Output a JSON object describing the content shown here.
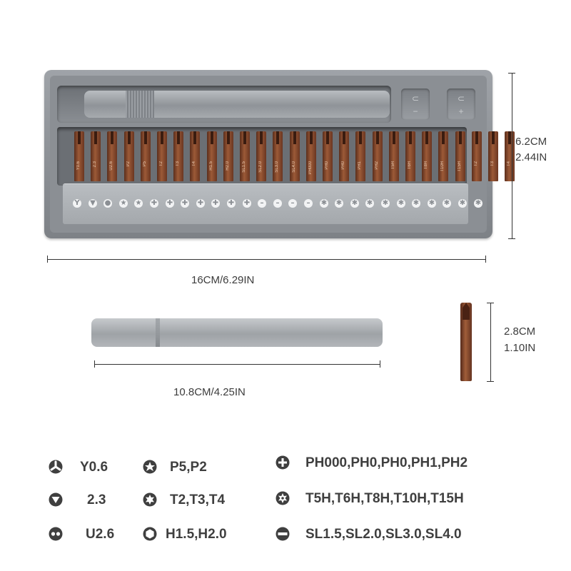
{
  "case": {
    "bit_labels": [
      "Y0.6",
      "2.3",
      "U2.6",
      "P2",
      "P5",
      "T2",
      "T3",
      "T4",
      "H1.5",
      "H2.0",
      "SL1.5",
      "SL2.0",
      "SL3.0",
      "SL4.0",
      "PH000",
      "PH0",
      "PH0",
      "PH1",
      "PH2",
      "T5H",
      "T6H",
      "T8H",
      "T10H",
      "T15H",
      "T2",
      "T3",
      "T4"
    ],
    "lid_icons": [
      "Y",
      "▼",
      "●",
      "★",
      "★",
      "✚",
      "✚",
      "✚",
      "✚",
      "✚",
      "✚",
      "✚",
      "–",
      "–",
      "–",
      "–",
      "✱",
      "✱",
      "✱",
      "✱",
      "✱",
      "✱",
      "✱",
      "✱",
      "✱",
      "✱",
      "✱"
    ]
  },
  "dimensions": {
    "case_width": "16CM/6.29IN",
    "case_height_cm": "6.2CM",
    "case_height_in": "2.44IN",
    "handle_length": "10.8CM/4.25IN",
    "bit_length_cm": "2.8CM",
    "bit_length_in": "1.10IN"
  },
  "legend": [
    {
      "icon": "tri-wing-icon",
      "text": "Y0.6"
    },
    {
      "icon": "pentalobe-star-icon",
      "text": "P5,P2"
    },
    {
      "icon": "phillips-cross-icon",
      "text": "PH000,PH0,PH0,PH1,PH2"
    },
    {
      "icon": "triangle-icon",
      "text": "2.3"
    },
    {
      "icon": "torx-star-icon",
      "text": "T2,T3,T4"
    },
    {
      "icon": "torx-security-icon",
      "text": "T5H,T6H,T8H,T10H,T15H"
    },
    {
      "icon": "u-twin-dot-icon",
      "text": "U2.6"
    },
    {
      "icon": "hex-icon",
      "text": "H1.5,H2.0"
    },
    {
      "icon": "slotted-icon",
      "text": "SL1.5,SL2.0,SL3.0,SL4.0"
    }
  ],
  "colors": {
    "bit": "#9c5a37",
    "case": "#8b8f94",
    "icon": "#3f3f3f"
  }
}
